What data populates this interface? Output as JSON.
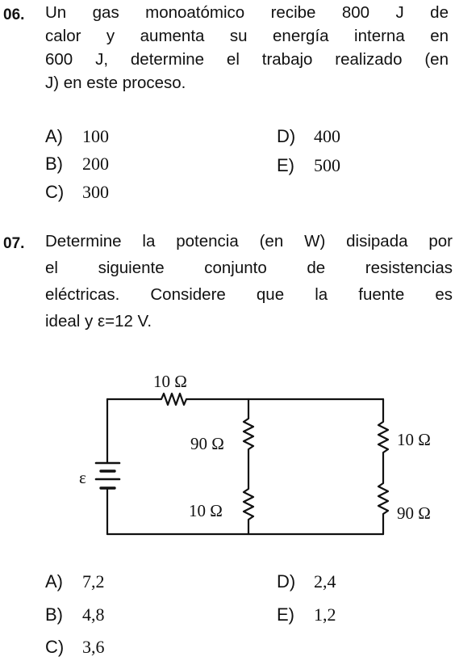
{
  "questions": [
    {
      "number": "06.",
      "lines": [
        "Un gas monoatómico recibe 800 J de",
        "calor y aumenta su energía interna en",
        "600 J, determine el trabajo realizado (en",
        "J) en este proceso."
      ],
      "options": [
        {
          "letter": "A)",
          "value": "100"
        },
        {
          "letter": "B)",
          "value": "200"
        },
        {
          "letter": "C)",
          "value": "300"
        },
        {
          "letter": "D)",
          "value": "400"
        },
        {
          "letter": "E)",
          "value": "500"
        }
      ]
    },
    {
      "number": "07.",
      "lines": [
        "Determine la potencia (en W) disipada por",
        "el siguiente conjunto de resistencias",
        "eléctricas. Considere que la fuente es",
        "ideal y ε=12 V."
      ],
      "circuit": {
        "source_label": "ε",
        "resistor_top": "10 Ω",
        "resistor_middle_upper": "90 Ω",
        "resistor_middle_lower": "10 Ω",
        "resistor_right_upper": "10 Ω",
        "resistor_right_lower": "90 Ω"
      },
      "options": [
        {
          "letter": "A)",
          "value": "7,2"
        },
        {
          "letter": "B)",
          "value": "4,8"
        },
        {
          "letter": "C)",
          "value": "3,6"
        },
        {
          "letter": "D)",
          "value": "2,4"
        },
        {
          "letter": "E)",
          "value": "1,2"
        }
      ]
    }
  ]
}
